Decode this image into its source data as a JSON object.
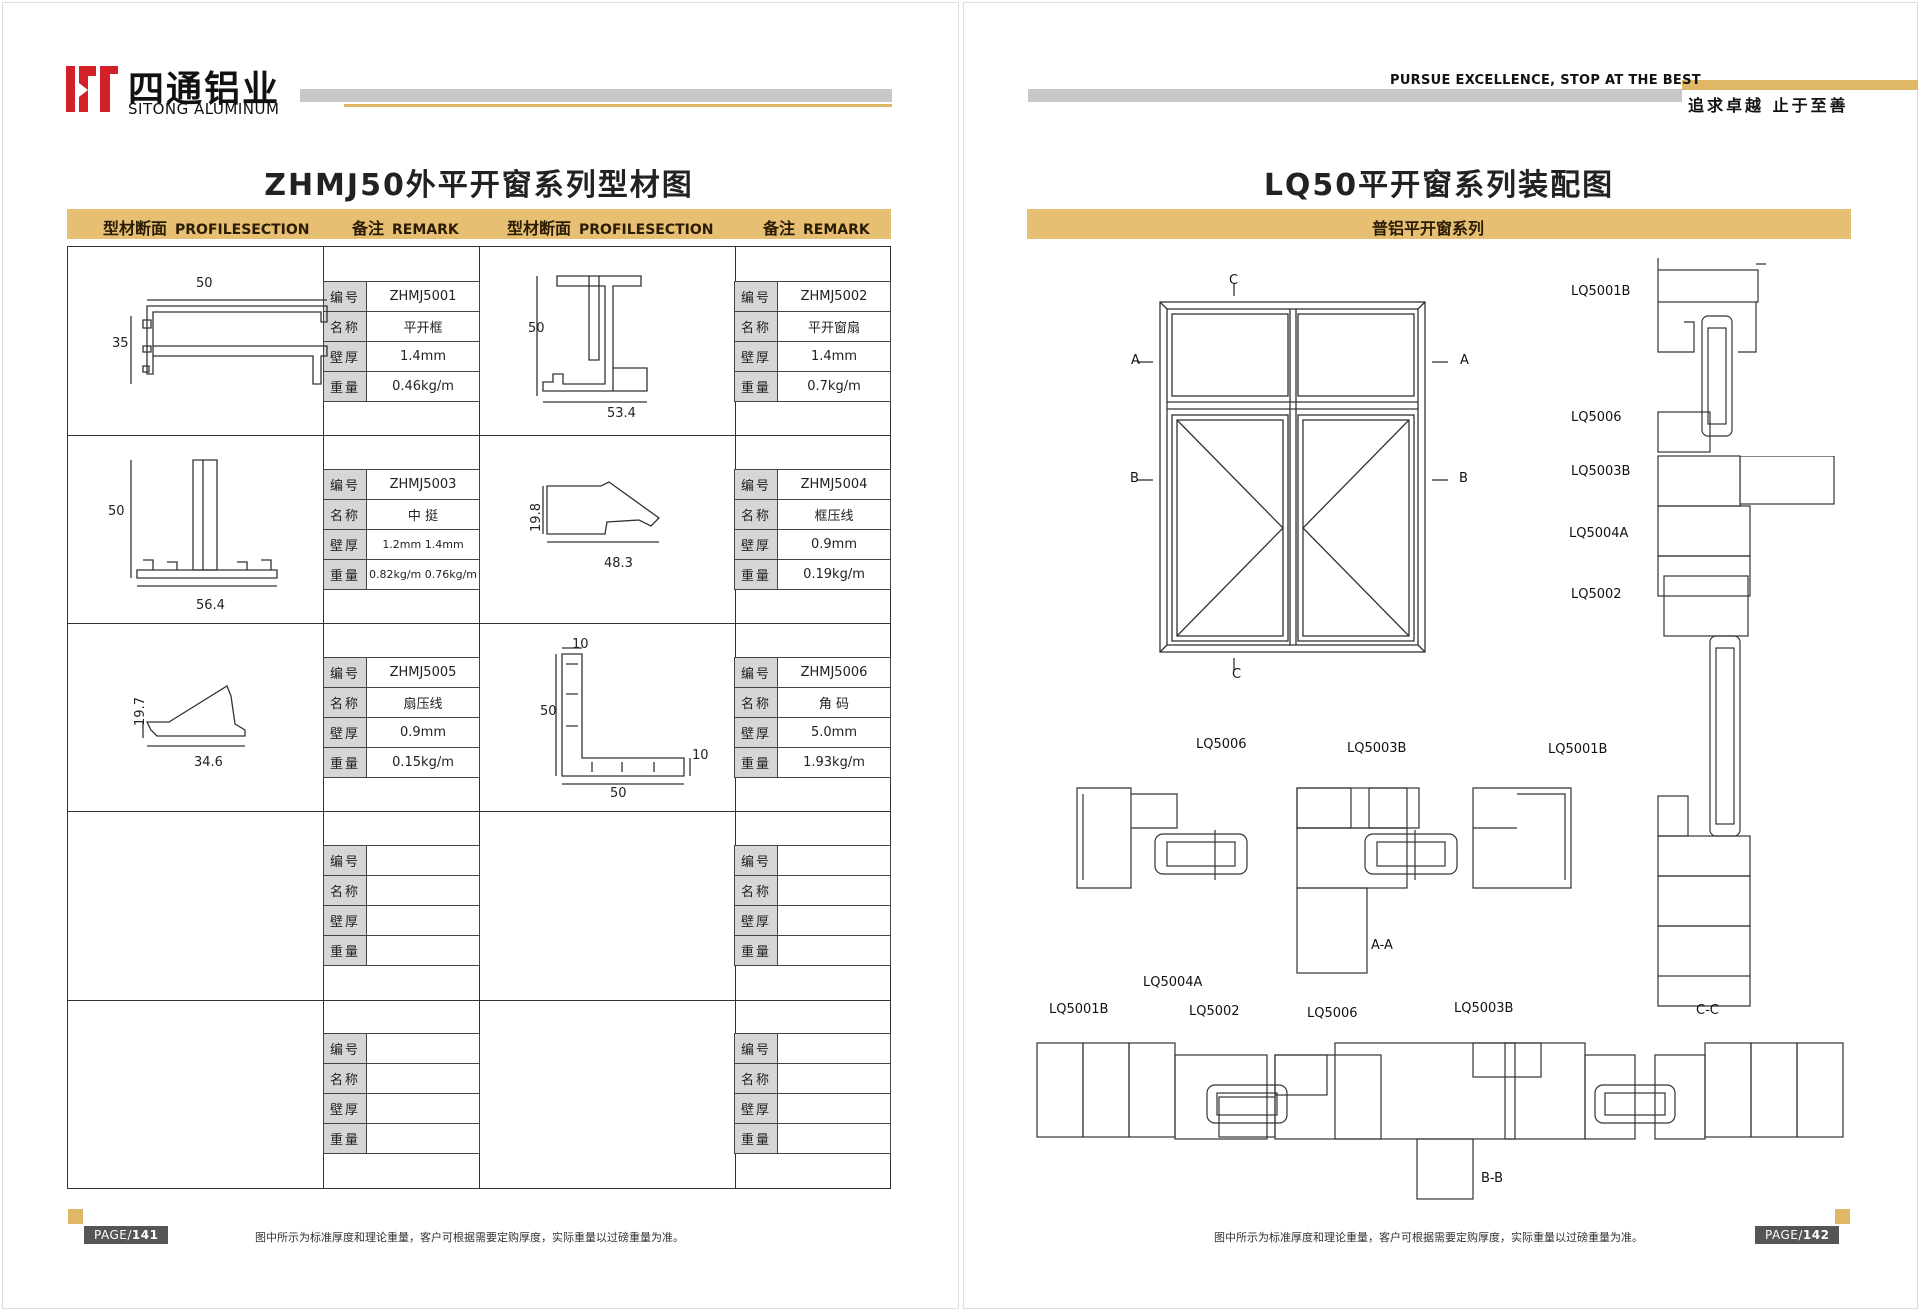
{
  "brand": {
    "name_cn": "四通铝业",
    "name_en": "SITONG ALUMINUM"
  },
  "slogan": {
    "en": "PURSUE EXCELLENCE, STOP AT THE BEST",
    "cn": "追求卓越  止于至善"
  },
  "left_page": {
    "title": "ZHMJ50外平开窗系列型材图",
    "header": {
      "col1_cn": "型材断面",
      "col1_en": "PROFILESECTION",
      "col2_cn": "备注",
      "col2_en": "REMARK",
      "col3_cn": "型材断面",
      "col3_en": "PROFILESECTION",
      "col4_cn": "备注",
      "col4_en": "REMARK"
    },
    "field_labels": [
      "编号",
      "名称",
      "壁厚",
      "重量"
    ],
    "profiles": [
      {
        "code": "ZHMJ5001",
        "name": "平开框",
        "thickness": "1.4mm",
        "weight": "0.46kg/m",
        "dims": [
          "50",
          "35"
        ]
      },
      {
        "code": "ZHMJ5002",
        "name": "平开窗扇",
        "thickness": "1.4mm",
        "weight": "0.7kg/m",
        "dims": [
          "50",
          "53.4"
        ]
      },
      {
        "code": "ZHMJ5003",
        "name": "中 挺",
        "thickness": "1.2mm    1.4mm",
        "weight": "0.82kg/m  0.76kg/m",
        "dims": [
          "50",
          "56.4"
        ]
      },
      {
        "code": "ZHMJ5004",
        "name": "框压线",
        "thickness": "0.9mm",
        "weight": "0.19kg/m",
        "dims": [
          "19.8",
          "48.3"
        ]
      },
      {
        "code": "ZHMJ5005",
        "name": "扇压线",
        "thickness": "0.9mm",
        "weight": "0.15kg/m",
        "dims": [
          "19.7",
          "34.6"
        ]
      },
      {
        "code": "ZHMJ5006",
        "name": "角 码",
        "thickness": "5.0mm",
        "weight": "1.93kg/m",
        "dims": [
          "10",
          "50",
          "10",
          "50"
        ]
      }
    ],
    "footer_note": "图中所示为标准厚度和理论重量，客户可根据需要定购厚度，实际重量以过磅重量为准。",
    "page_label": "PAGE/",
    "page_num": "141"
  },
  "right_page": {
    "title": "LQ50平开窗系列装配图",
    "subheader": "普铝平开窗系列",
    "elevation_labels": {
      "A": "A",
      "B": "B",
      "C": "C"
    },
    "part_labels": {
      "cc_5001b": "LQ5001B",
      "cc_5006": "LQ5006",
      "cc_5003b": "LQ5003B",
      "cc_5004a": "LQ5004A",
      "cc_5002": "LQ5002",
      "aa_5006": "LQ5006",
      "aa_5003b": "LQ5003B",
      "aa_5001b": "LQ5001B",
      "bb_5004a": "LQ5004A",
      "bb_5001b": "LQ5001B",
      "bb_5002": "LQ5002",
      "bb_5006": "LQ5006",
      "bb_5003b": "LQ5003B"
    },
    "section_labels": {
      "aa": "A-A",
      "bb": "B-B",
      "cc": "C-C"
    },
    "footer_note": "图中所示为标准厚度和理论重量，客户可根据需要定购厚度，实际重量以过磅重量为准。",
    "page_label": "PAGE/",
    "page_num": "142"
  }
}
